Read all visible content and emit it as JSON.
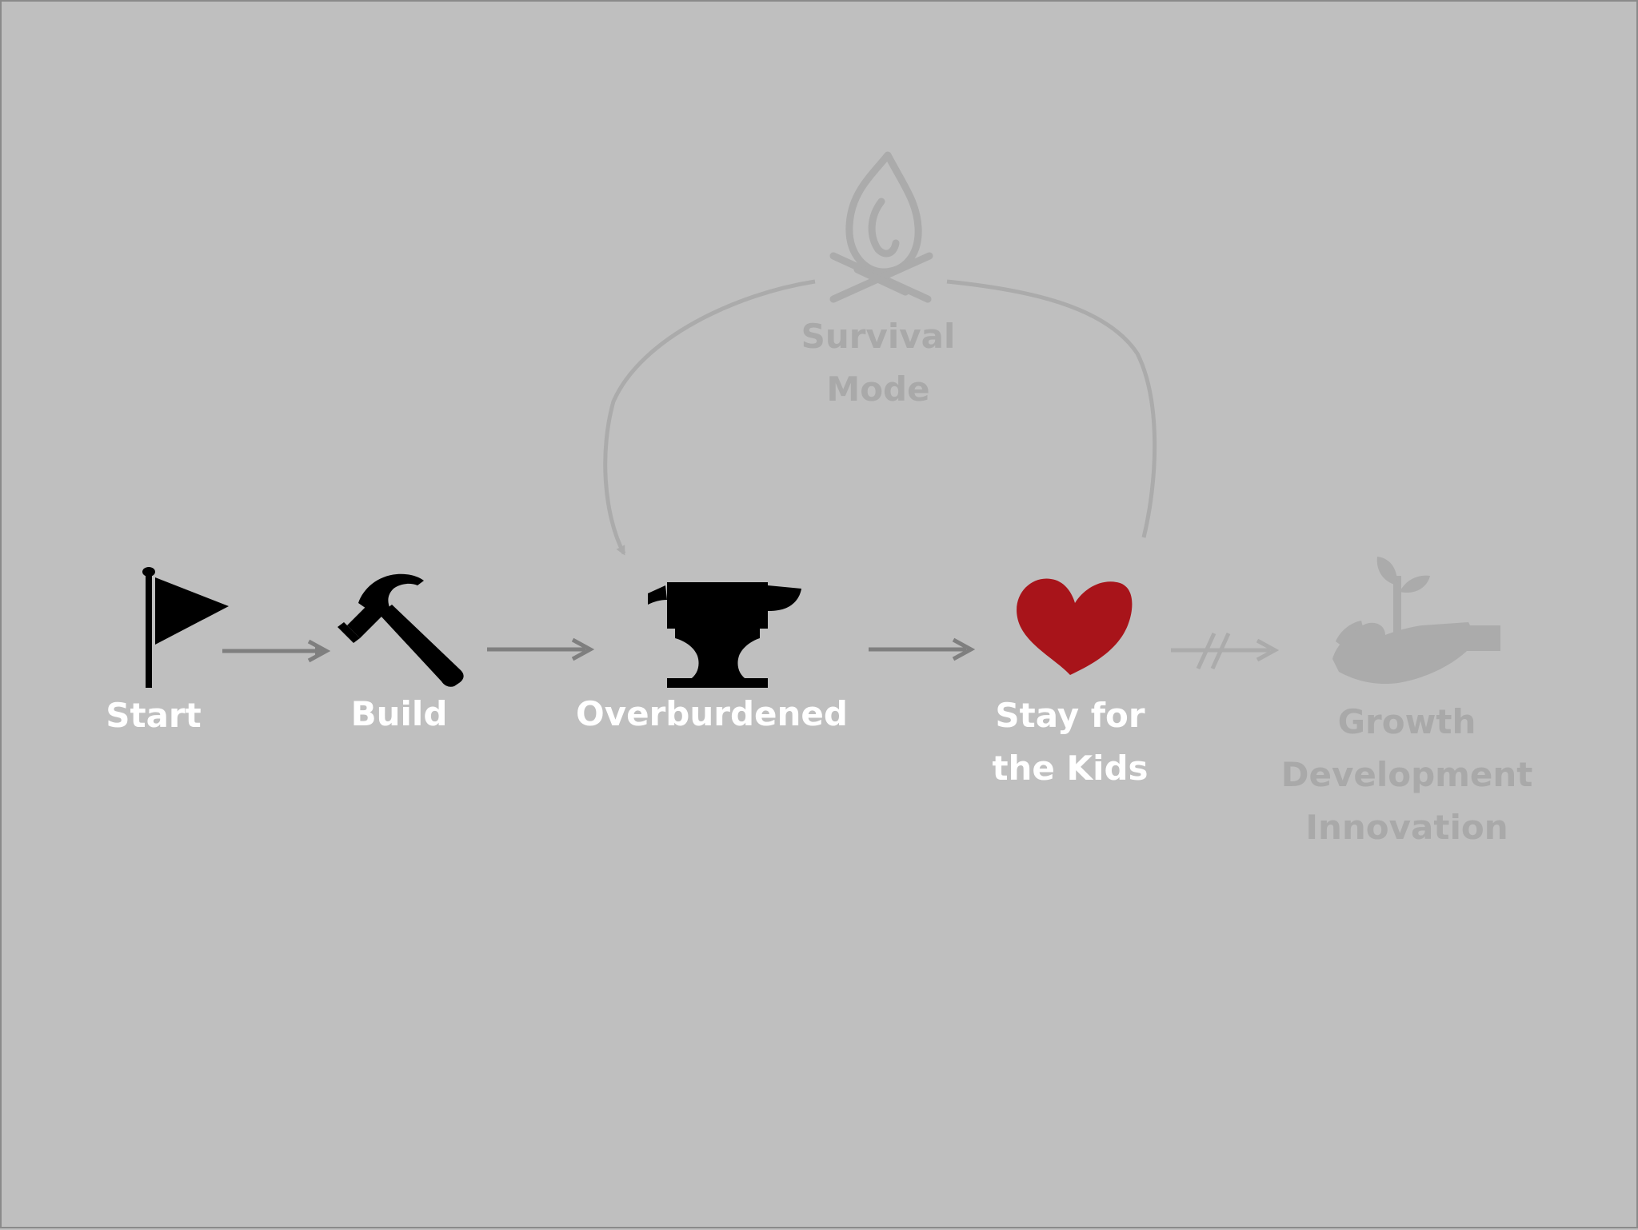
{
  "colors": {
    "background": "#bfbfbf",
    "icon_active": "#000000",
    "heart": "#a8141a",
    "faded": "#ababab",
    "arrow": "#7f7f7f",
    "label_active": "#ffffff",
    "label_faded": "#a9a9a9"
  },
  "nodes": {
    "start": {
      "icon": "flag-icon",
      "label": "Start"
    },
    "build": {
      "icon": "hammer-icon",
      "label": "Build"
    },
    "overburdened": {
      "icon": "anvil-icon",
      "label": "Overburdened"
    },
    "stay": {
      "icon": "heart-icon",
      "lines": [
        "Stay for",
        "the Kids"
      ]
    },
    "growth": {
      "icon": "plant-in-hand-icon",
      "lines": [
        "Growth",
        "Development",
        "Innovation"
      ]
    },
    "survival": {
      "icon": "campfire-icon",
      "lines": [
        "Survival",
        "Mode"
      ]
    }
  },
  "edges": [
    {
      "from": "start",
      "to": "build",
      "style": "solid"
    },
    {
      "from": "build",
      "to": "overburdened",
      "style": "solid"
    },
    {
      "from": "overburdened",
      "to": "stay",
      "style": "solid"
    },
    {
      "from": "stay",
      "to": "growth",
      "style": "blocked"
    },
    {
      "from": "stay",
      "to": "survival",
      "style": "faded-curve"
    },
    {
      "from": "survival",
      "to": "overburdened",
      "style": "faded-curve"
    }
  ]
}
